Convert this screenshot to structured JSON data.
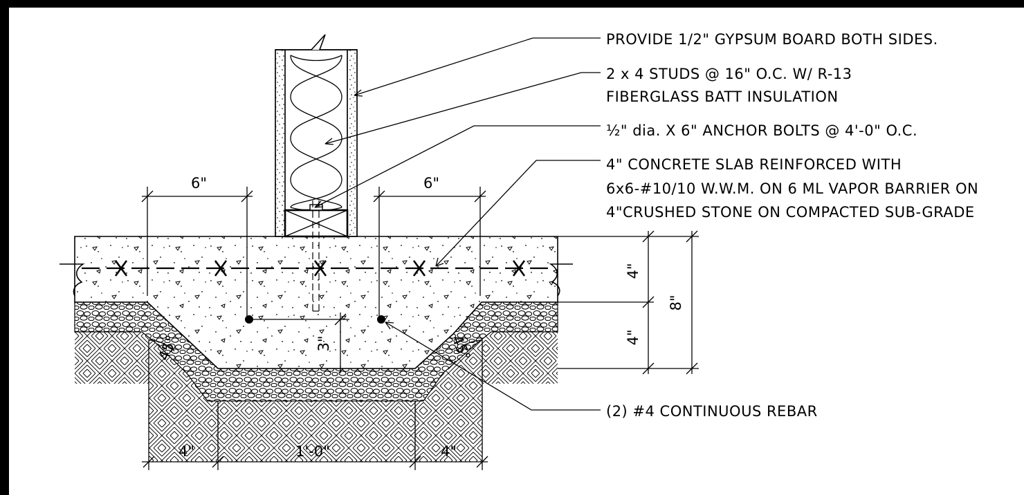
{
  "notes": {
    "gypsum": "PROVIDE 1/2\" GYPSUM BOARD BOTH SIDES.",
    "studs_line1": "2 x 4 STUDS @ 16\" O.C. W/ R-13",
    "studs_line2": "FIBERGLASS BATT INSULATION",
    "anchor": "½\" dia. X 6\" ANCHOR BOLTS @ 4'-0\" O.C.",
    "slab_line1": " 4\" CONCRETE SLAB REINFORCED WITH",
    "slab_line2": "6x6-#10/10 W.W.M. ON 6 ML VAPOR BARRIER ON",
    "slab_line3": "4\"CRUSHED STONE ON COMPACTED SUB-GRADE",
    "rebar": "(2) #4 CONTINUOUS REBAR"
  },
  "dimensions": {
    "top_left": "6\"",
    "top_right": "6\"",
    "right_upper": "4\"",
    "right_lower": "4\"",
    "right_total": "8\"",
    "center_depth": "3\"",
    "bottom_left": "4\"",
    "bottom_center": "1'-0\"",
    "bottom_right": "4\"",
    "angle_left": "45°",
    "angle_right": "45°"
  }
}
